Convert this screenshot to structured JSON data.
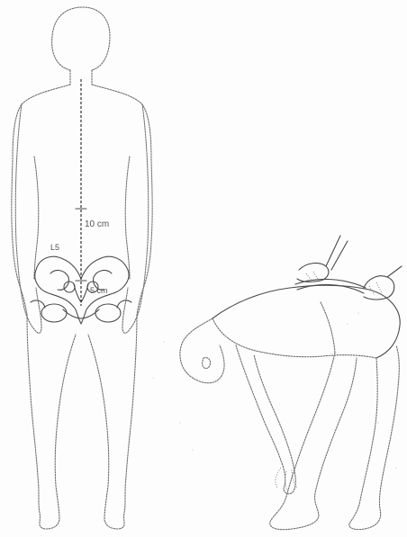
{
  "labels": {
    "upper_distance": "10 cm",
    "vertebra": "L5",
    "lower_distance": "5 cm"
  },
  "colors": {
    "line": "#4a4a4a",
    "text": "#555555",
    "background": "#fdfdfd"
  }
}
